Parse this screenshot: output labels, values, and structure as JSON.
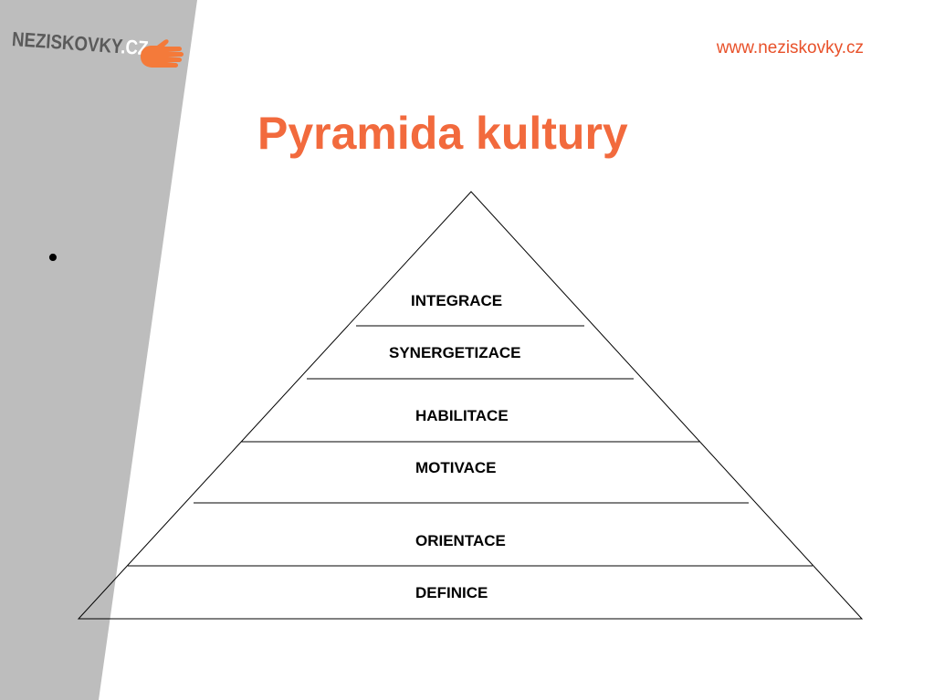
{
  "logo": {
    "text": "NEZISKOVKY",
    "suffix": ".CZ",
    "icon": "hand-icon"
  },
  "header": {
    "url": "www.neziskovky.cz"
  },
  "title": "Pyramida kultury",
  "bullet": "•",
  "pyramid": {
    "levels": [
      "INTEGRACE",
      "SYNERGETIZACE",
      "HABILITACE",
      "MOTIVACE",
      "ORIENTACE",
      "DEFINICE"
    ]
  },
  "colors": {
    "accent": "#f26a3d",
    "url": "#e8512a",
    "sidebar": "#bdbdbd",
    "logo_text": "#5a5a5a",
    "hand": "#f47a3a"
  }
}
